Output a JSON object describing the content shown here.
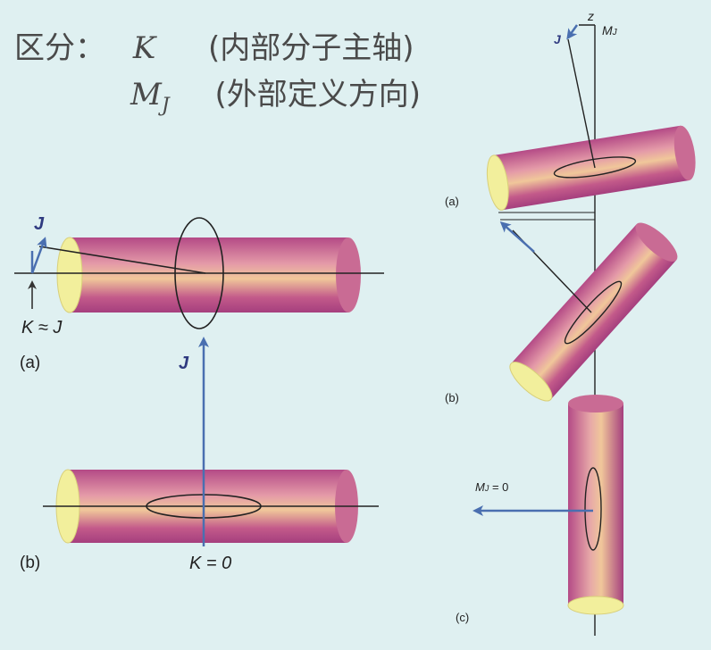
{
  "heading": {
    "prefix": "区分：",
    "row1_symbol": "K",
    "row1_desc": "(内部分子主轴)",
    "row2_symbol": "M",
    "row2_sub": "J",
    "row2_desc": "(外部定义方向)"
  },
  "left_panel": {
    "a": {
      "tag": "(a)",
      "j_label": "J",
      "k_label": "K ≈ J"
    },
    "b": {
      "tag": "(b)",
      "j_label": "J",
      "k_label": "K = 0"
    }
  },
  "right_panel": {
    "z_label": "z",
    "mj_label": "M",
    "mj_sub": "J",
    "j_label": "J",
    "a_tag": "(a)",
    "b_tag": "(b)",
    "c_tag": "(c)",
    "mj_zero_label": "M",
    "mj_zero_sub": "J",
    "mj_zero_value": " = 0"
  },
  "colors": {
    "background": "#dff0f1",
    "arrow": "#4a6fb0",
    "rod_end": "#f2ef9c",
    "rod_body": "#c6548a"
  }
}
